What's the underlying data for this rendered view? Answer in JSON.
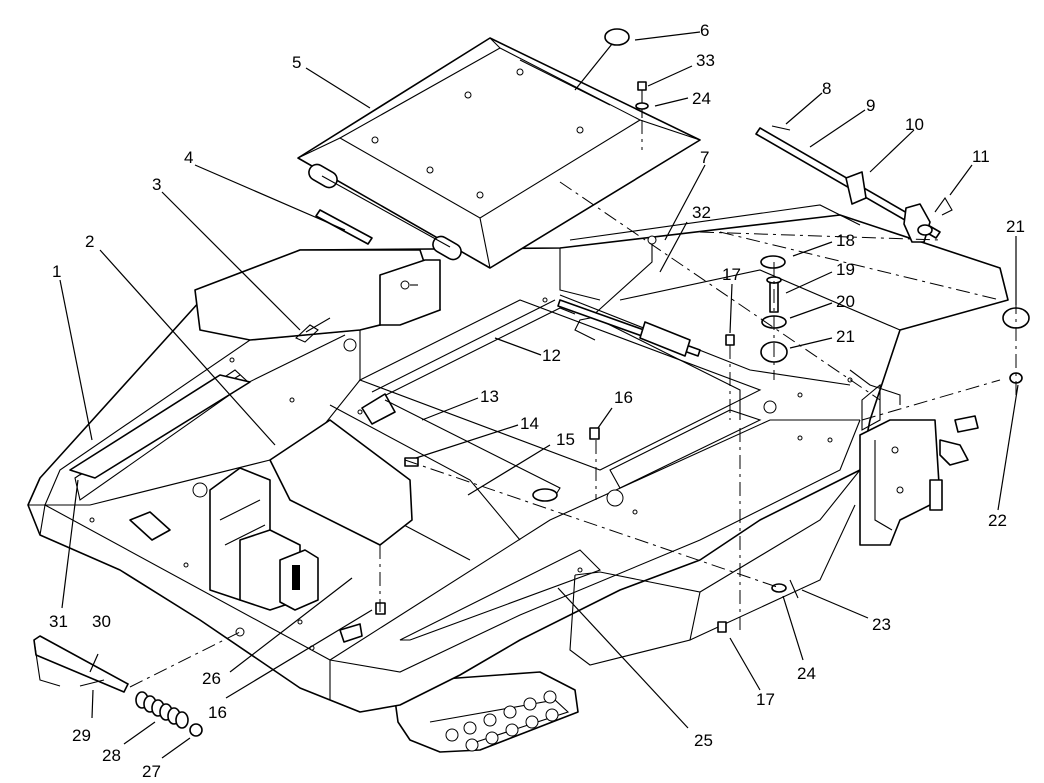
{
  "diagram": {
    "callouts": [
      {
        "id": "c1",
        "label": "1"
      },
      {
        "id": "c2",
        "label": "2"
      },
      {
        "id": "c3",
        "label": "3"
      },
      {
        "id": "c4",
        "label": "4"
      },
      {
        "id": "c5",
        "label": "5"
      },
      {
        "id": "c6",
        "label": "6"
      },
      {
        "id": "c7",
        "label": "7"
      },
      {
        "id": "c8",
        "label": "8"
      },
      {
        "id": "c9",
        "label": "9"
      },
      {
        "id": "c10",
        "label": "10"
      },
      {
        "id": "c11",
        "label": "11"
      },
      {
        "id": "c12",
        "label": "12"
      },
      {
        "id": "c13",
        "label": "13"
      },
      {
        "id": "c14",
        "label": "14"
      },
      {
        "id": "c15",
        "label": "15"
      },
      {
        "id": "c16a",
        "label": "16"
      },
      {
        "id": "c16b",
        "label": "16"
      },
      {
        "id": "c17a",
        "label": "17"
      },
      {
        "id": "c17b",
        "label": "17"
      },
      {
        "id": "c18",
        "label": "18"
      },
      {
        "id": "c19",
        "label": "19"
      },
      {
        "id": "c20",
        "label": "20"
      },
      {
        "id": "c21a",
        "label": "21"
      },
      {
        "id": "c21b",
        "label": "21"
      },
      {
        "id": "c22",
        "label": "22"
      },
      {
        "id": "c23",
        "label": "23"
      },
      {
        "id": "c24a",
        "label": "24"
      },
      {
        "id": "c24b",
        "label": "24"
      },
      {
        "id": "c25",
        "label": "25"
      },
      {
        "id": "c26",
        "label": "26"
      },
      {
        "id": "c27",
        "label": "27"
      },
      {
        "id": "c28",
        "label": "28"
      },
      {
        "id": "c29",
        "label": "29"
      },
      {
        "id": "c30",
        "label": "30"
      },
      {
        "id": "c31",
        "label": "31"
      },
      {
        "id": "c32",
        "label": "32"
      },
      {
        "id": "c33",
        "label": "33"
      }
    ]
  }
}
